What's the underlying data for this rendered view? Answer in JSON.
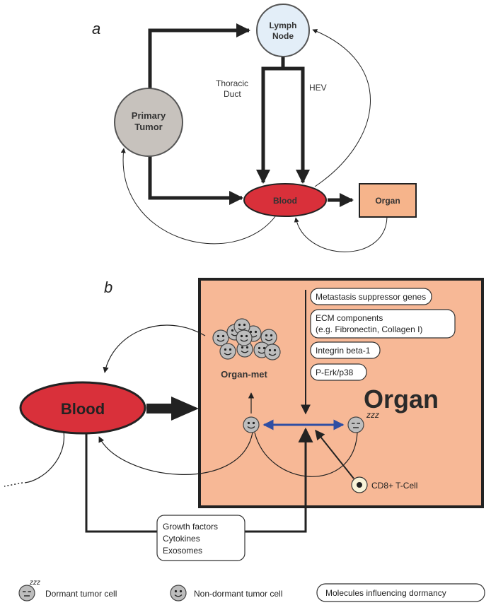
{
  "panel_a": {
    "letter": "a",
    "lymph_node": [
      "Lymph",
      "Node"
    ],
    "primary_tumor": [
      "Primary",
      "Tumor"
    ],
    "blood": "Blood",
    "organ": "Organ",
    "thoracic_duct": [
      "Thoracic",
      "Duct"
    ],
    "hev": "HEV"
  },
  "panel_b": {
    "letter": "b",
    "blood": "Blood",
    "organ": "Organ",
    "organ_met": "Organ-met",
    "cd8": "CD8+ T-Cell",
    "molecules": [
      [
        "Metastasis suppressor genes"
      ],
      [
        "ECM components",
        "(e.g. Fibronectin, Collagen I)"
      ],
      [
        "Integrin beta-1"
      ],
      [
        "P-Erk/p38"
      ]
    ],
    "blood_factors": [
      "Growth factors",
      "Cytokines",
      "Exosomes"
    ]
  },
  "legend": {
    "dormant": "Dormant tumor cell",
    "non_dormant": "Non-dormant tumor cell",
    "molecules": "Molecules influencing dormancy"
  },
  "colors": {
    "blood_fill": "#d9303a",
    "organ_fill": "#f6b48b",
    "organ_panel_fill": "#f7b896",
    "lymph_fill": "#e3eef8",
    "tumor_fill": "#c7c2bd",
    "cell_fill": "#bdbdbd",
    "arrow_blue": "#2f4ea3"
  }
}
